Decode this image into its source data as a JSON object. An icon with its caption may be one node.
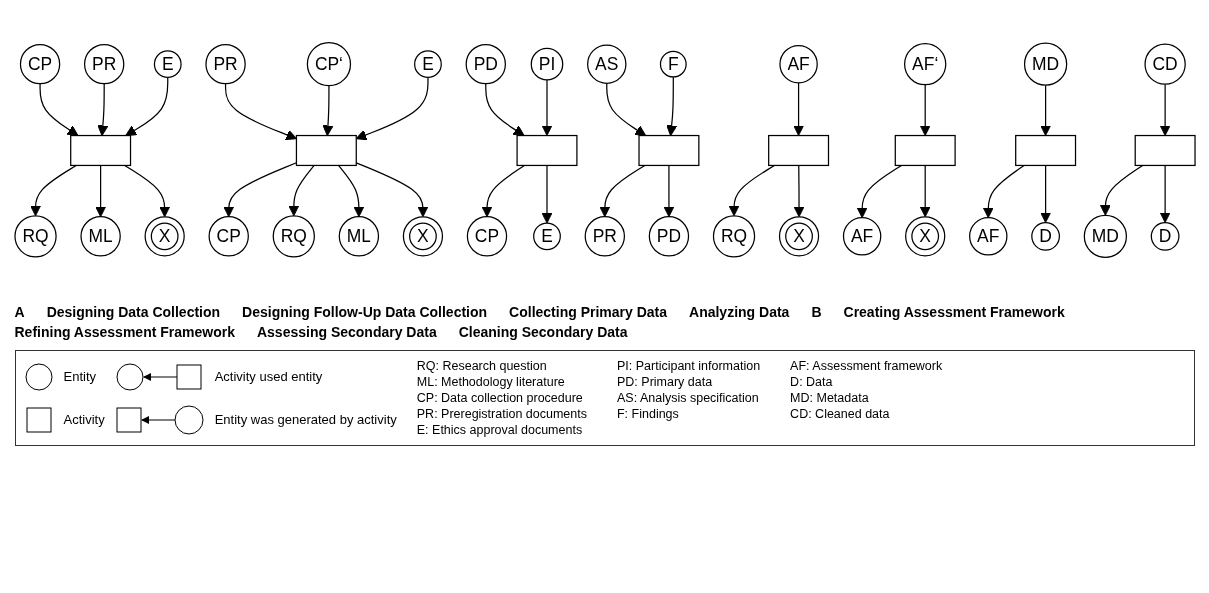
{
  "diagram": {
    "nodes": [
      {
        "text": [
          "RQ"
        ]
      },
      {
        "text": [
          "ML"
        ]
      },
      {
        "text": [
          "X"
        ]
      },
      {
        "text": [],
        "shape": "box"
      },
      {
        "text": [
          "CP"
        ]
      },
      {
        "text": [
          "PR"
        ]
      },
      {
        "text": [
          "E"
        ]
      },
      {
        "text": [
          "CP"
        ]
      },
      {
        "text": [
          "RQ"
        ]
      },
      {
        "text": [
          "ML"
        ]
      },
      {
        "text": [
          "X"
        ]
      },
      {
        "text": [],
        "shape": "box"
      },
      {
        "text": [
          "PR"
        ]
      },
      {
        "text": [
          "CP‘"
        ]
      },
      {
        "text": [
          "E"
        ]
      },
      {
        "text": [
          "CP"
        ]
      },
      {
        "text": [
          "E"
        ]
      },
      {
        "text": [],
        "shape": "box"
      },
      {
        "text": [
          "PD"
        ]
      },
      {
        "text": [
          "PI"
        ]
      },
      {
        "text": [
          "PR"
        ]
      },
      {
        "text": [
          "PD"
        ]
      },
      {
        "text": [],
        "shape": "box"
      },
      {
        "text": [
          "AS"
        ]
      },
      {
        "text": [
          "F"
        ]
      },
      {
        "text": [
          "RQ"
        ]
      },
      {
        "text": [
          "X"
        ]
      },
      {
        "text": [],
        "shape": "box"
      },
      {
        "text": [
          "AF"
        ]
      },
      {
        "text": [
          "AF"
        ]
      },
      {
        "text": [
          "X"
        ]
      },
      {
        "text": [],
        "shape": "box"
      },
      {
        "text": [
          "AF‘"
        ]
      },
      {
        "text": [
          "AF"
        ]
      },
      {
        "text": [
          "D"
        ]
      },
      {
        "text": [],
        "shape": "box"
      },
      {
        "text": [
          "MD"
        ]
      },
      {
        "text": [
          "MD"
        ]
      },
      {
        "text": [
          "D"
        ]
      },
      {
        "text": [],
        "shape": "box"
      },
      {
        "text": [
          "CD"
        ]
      }
    ],
    "edges": [
      {
        "from": 3,
        "to": 0,
        "arrow": "to"
      },
      {
        "from": 3,
        "to": 1,
        "arrow": "to"
      },
      {
        "from": 3,
        "to": 2,
        "arrow": "to"
      },
      {
        "from": 4,
        "to": 3,
        "arrow": "to"
      },
      {
        "from": 5,
        "to": 3,
        "arrow": "to"
      },
      {
        "from": 6,
        "to": 3,
        "arrow": "to"
      },
      {
        "from": 11,
        "to": 7,
        "arrow": "to"
      },
      {
        "from": 11,
        "to": 8,
        "arrow": "to"
      },
      {
        "from": 11,
        "to": 9,
        "arrow": "to"
      },
      {
        "from": 11,
        "to": 10,
        "arrow": "to"
      },
      {
        "from": 12,
        "to": 11,
        "arrow": "to"
      },
      {
        "from": 13,
        "to": 11,
        "arrow": "to"
      },
      {
        "from": 14,
        "to": 11,
        "arrow": "to"
      },
      {
        "from": 17,
        "to": 15,
        "arrow": "to"
      },
      {
        "from": 17,
        "to": 16,
        "arrow": "to"
      },
      {
        "from": 18,
        "to": 17,
        "arrow": "to"
      },
      {
        "from": 19,
        "to": 17,
        "arrow": "to"
      },
      {
        "from": 22,
        "to": 20,
        "arrow": "to"
      },
      {
        "from": 22,
        "to": 21,
        "arrow": "to"
      },
      {
        "from": 23,
        "to": 22,
        "arrow": "to"
      },
      {
        "from": 24,
        "to": 22,
        "arrow": "to"
      },
      {
        "from": 27,
        "to": 25,
        "arrow": "to"
      },
      {
        "from": 27,
        "to": 26,
        "arrow": "to"
      },
      {
        "from": 28,
        "to": 27,
        "arrow": "to"
      },
      {
        "from": 31,
        "to": 29,
        "arrow": "to"
      },
      {
        "from": 31,
        "to": 30,
        "arrow": "to"
      },
      {
        "from": 32,
        "to": 31,
        "arrow": "to"
      },
      {
        "from": 35,
        "to": 33,
        "arrow": "to"
      },
      {
        "from": 35,
        "to": 34,
        "arrow": "to"
      },
      {
        "from": 36,
        "to": 35,
        "arrow": "to"
      },
      {
        "from": 39,
        "to": 37,
        "arrow": "to"
      },
      {
        "from": 39,
        "to": 38,
        "arrow": "to"
      },
      {
        "from": 40,
        "to": 39,
        "arrow": "to"
      }
    ],
    "labels": [
      "A",
      "Designing Data Collection",
      "Designing Follow-Up Data Collection",
      "Collecting Primary Data",
      "Analyzing Data",
      "B",
      "Creating Assessment Framework",
      "Refining Assessment Framework",
      "Assessing Secondary Data",
      "Cleaning Secondary Data",
      "RQ: Research question",
      "PI: Participant information",
      "AF: Assessment framework",
      "ML: Methodology literature",
      "PD: Primary data",
      "D: Data",
      "CP: Data collection procedure",
      "AS: Analysis specification",
      "MD: Metadata",
      "PR: Preregistration documents",
      "F: Findings",
      "CD: Cleaned data",
      "E: Ethics approval documents"
    ],
    "legend": [
      {
        "text": "Entity"
      },
      {
        "text": "Activity used entity"
      },
      {
        "text": "Activity"
      },
      {
        "text": "Entity was generated by activity"
      }
    ]
  }
}
